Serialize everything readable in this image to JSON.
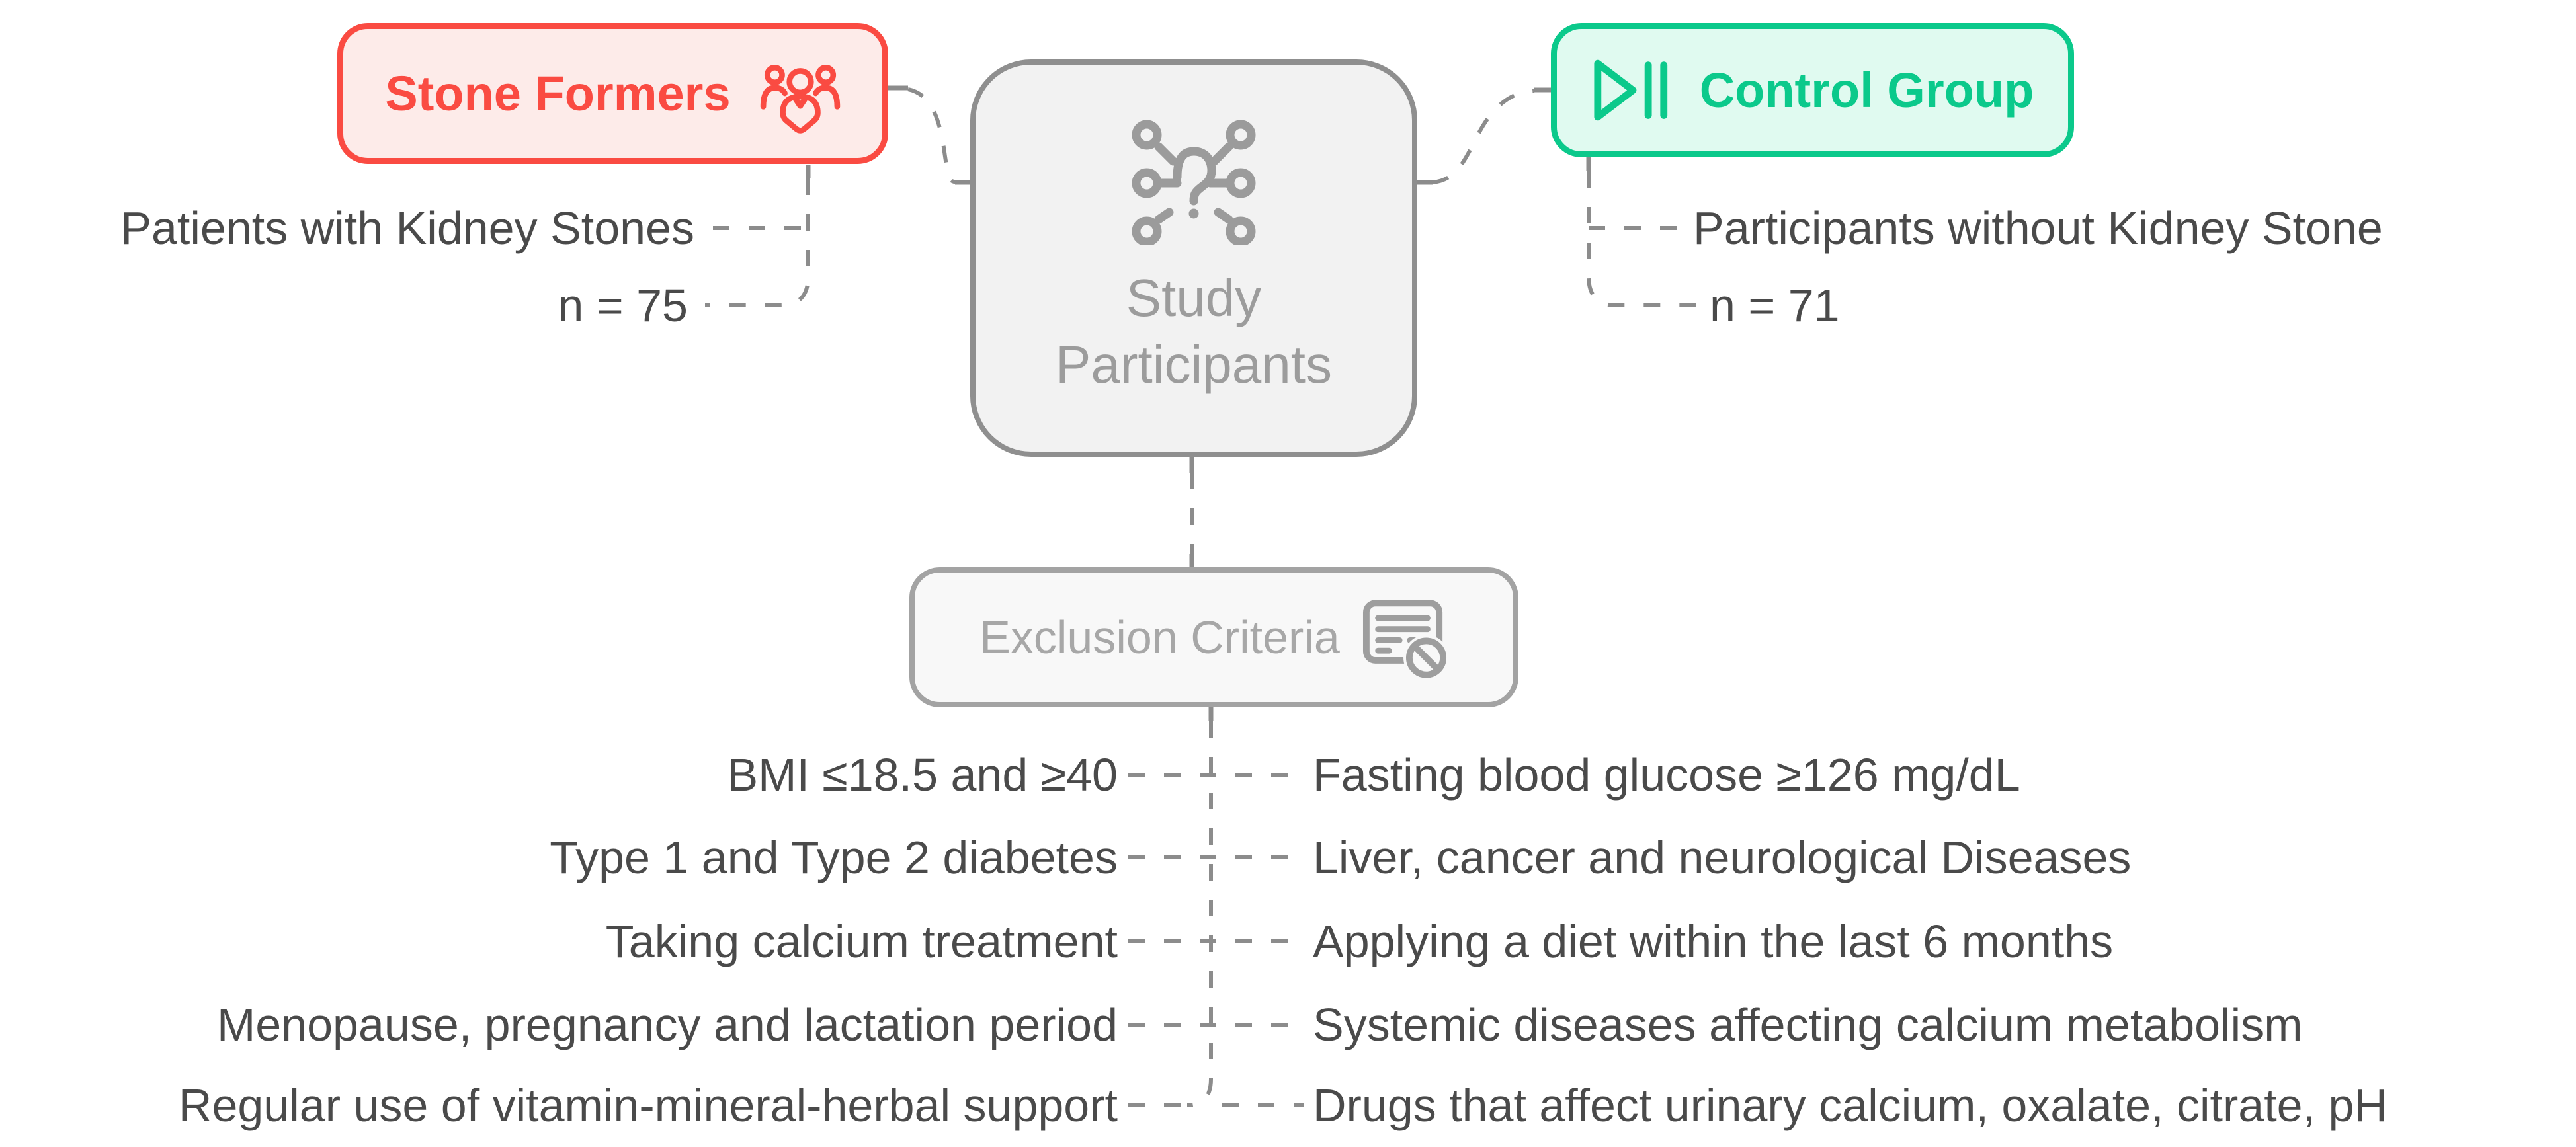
{
  "nodes": {
    "stone": {
      "label": "Stone Formers",
      "icon": "people-group-icon",
      "color": "#FA4B42",
      "fill": "#FDEBE9"
    },
    "participants": {
      "line1": "Study",
      "line2": "Participants",
      "icon": "network-question-icon",
      "color": "#9C9C9C",
      "border": "#8F8F8F",
      "fill": "#F2F2F2"
    },
    "control": {
      "label": "Control Group",
      "icon": "play-pause-icon",
      "color": "#0BC98B",
      "fill": "#E0FAF0"
    },
    "exclusion": {
      "label": "Exclusion Criteria",
      "icon": "list-prohibited-icon",
      "color": "#A7A7A7",
      "border": "#A3A3A3",
      "fill": "#F8F8F8"
    }
  },
  "annotations": {
    "stone": [
      "Patients with Kidney Stones",
      "n = 75"
    ],
    "control": [
      "Participants without Kidney Stone",
      "n = 71"
    ]
  },
  "lists": {
    "left": [
      "BMI ≤18.5 and ≥40",
      "Type 1 and Type 2 diabetes",
      "Taking calcium treatment",
      "Menopause, pregnancy and lactation period",
      "Regular use of vitamin-mineral-herbal support"
    ],
    "right": [
      "Fasting blood glucose ≥126 mg/dL",
      "Liver, cancer and neurological Diseases",
      "Applying a diet within the last 6 months",
      "Systemic diseases affecting calcium metabolism",
      "Drugs that affect urinary calcium, oxalate, citrate, pH"
    ]
  },
  "connector_color": "#8C8C8C",
  "text_color": "#4A4A4A"
}
